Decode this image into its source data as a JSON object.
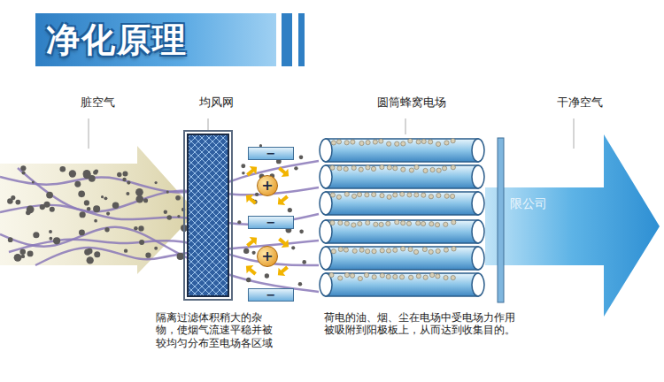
{
  "diagram": {
    "title": "净化原理",
    "nodes": [
      {
        "text": [
          "−"
        ]
      },
      {
        "text": [
          "+"
        ]
      },
      {
        "text": [
          "−"
        ]
      },
      {
        "text": [
          "+"
        ]
      },
      {
        "text": [
          "−"
        ]
      }
    ],
    "labels": [
      "脏空气",
      "均风网",
      "圆筒蜂窝电场",
      "干净空气",
      "隔离过滤体积稍大的杂物，使烟气流速平稳并被较均匀分布至电场各区域",
      "荷电的油、烟、尘在电场中受电场力作用被吸附到阳极板上，从而达到收集目的。",
      "限公司"
    ]
  }
}
